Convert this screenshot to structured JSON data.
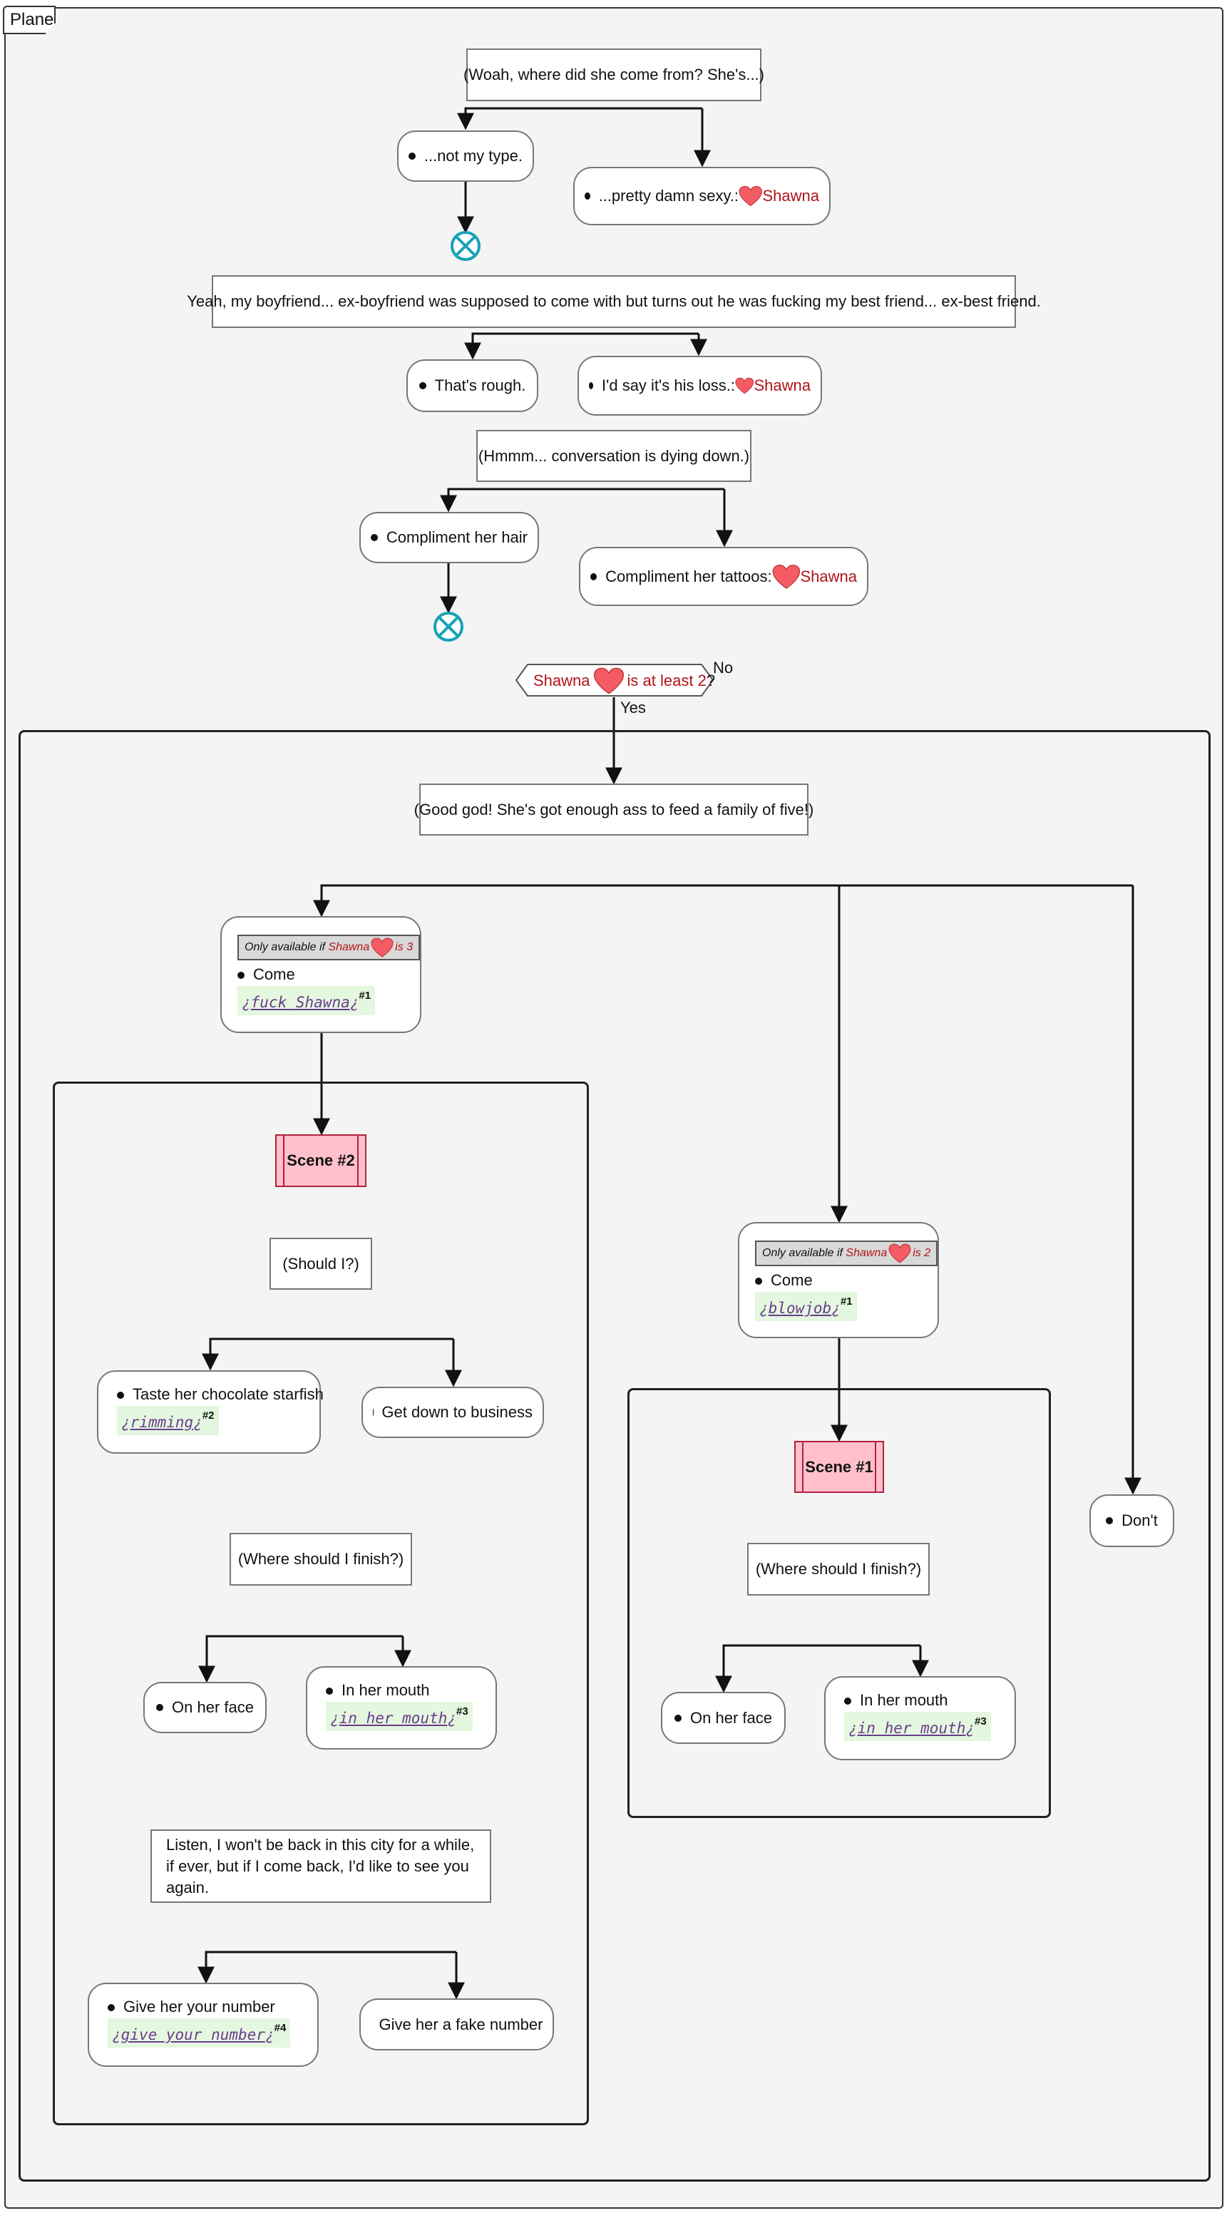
{
  "frame": {
    "title": "Plane"
  },
  "colors": {
    "heart": "#f25c62",
    "character": "#b0141a",
    "scene_fill": "#ffc0cb",
    "tag_fill": "#e4f7df",
    "variable": "#6b3c8e",
    "end_icon": "#17a2b8"
  },
  "dialogue": {
    "d1": "(Woah, where did she come from? She's...)",
    "d2": "Yeah, my boyfriend... ex-boyfriend was supposed to come with but turns out he was fucking my best friend... ex-best friend.",
    "d3": "(Hmmm... conversation is dying down.)",
    "d4": "(Good god! She's got enough ass to feed a family of five!)",
    "d5": "(Should I?)",
    "d6": "(Where should I finish?)",
    "d7_line1": "Listen, I won't be back in this city for a while,",
    "d7_line2": "if ever, but if I come back, I'd like to see you again.",
    "d8": "(Where should I finish?)"
  },
  "choices": {
    "c1a": "...not my type.",
    "c1b": "...pretty damn sexy.:",
    "c2a": "That's rough.",
    "c2b": "I'd say it's his loss.:",
    "c3a": "Compliment her hair",
    "c3b": "Compliment her tattoos:",
    "c5a": "Taste her chocolate starfish",
    "c5b": "Get down to business",
    "c6a": "On her face",
    "c6b": "In her mouth",
    "c7a": "Give her your number",
    "c7b": "Give her a fake number",
    "c8a": "On her face",
    "c8b": "In her mouth",
    "dont": "Don't",
    "come1": "Come",
    "come2": "Come"
  },
  "character": "Shawna",
  "condition": {
    "prefix": "Shawna",
    "suffix": "is at least",
    "value": "2",
    "question": "?",
    "yes": "Yes",
    "no": "No"
  },
  "availability": {
    "left": {
      "prefix": "Only available if",
      "name": "Shawna",
      "suffix": "is 3"
    },
    "mid": {
      "prefix": "Only available if",
      "name": "Shawna",
      "suffix": "is 2"
    }
  },
  "tags": {
    "fuck": {
      "open": "¿",
      "name": "fuck Shawna",
      "close": "¿",
      "num": "#1"
    },
    "blowjob": {
      "open": "¿",
      "name": "blowjob",
      "close": "¿",
      "num": "#1"
    },
    "rimming": {
      "open": "¿",
      "name": "rimming",
      "close": "¿",
      "num": "#2"
    },
    "mouth1": {
      "open": "¿",
      "name": "in her mouth",
      "close": "¿",
      "num": "#3"
    },
    "mouth2": {
      "open": "¿",
      "name": "in her mouth",
      "close": "¿",
      "num": "#3"
    },
    "number": {
      "open": "¿",
      "name": "give your number",
      "close": "¿",
      "num": "#4"
    }
  },
  "scenes": {
    "s2": "Scene #2",
    "s1": "Scene #1"
  }
}
